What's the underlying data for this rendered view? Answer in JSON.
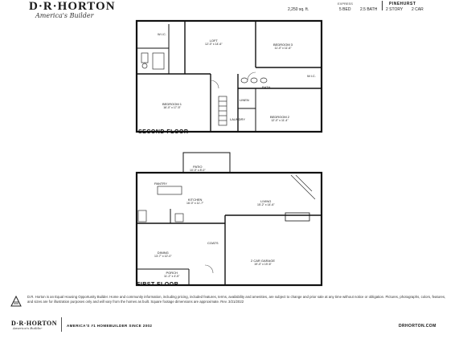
{
  "header": {
    "brand": "D·R·HORTON",
    "tagline": "America's Builder",
    "plan_code": "EXPRESS",
    "plan_name": "PINEHURST",
    "specs": [
      "2,250 sq. ft.",
      "5 BED",
      "2.5 BATH",
      "2 STORY",
      "2 CAR"
    ]
  },
  "second_floor": {
    "label": "SECOND FLOOR",
    "rooms": [
      {
        "name": "W.I.C.",
        "dim": ""
      },
      {
        "name": "LOFT",
        "dim": "12'-0\" x 14'-6\""
      },
      {
        "name": "BEDROOM 3",
        "dim": "11'-0\" x 11'-6\""
      },
      {
        "name": "BEDROOM 1",
        "dim": "16'-0\" x 17'-5\""
      },
      {
        "name": "BEDROOM 2",
        "dim": "12'-0\" x 11'-4\""
      },
      {
        "name": "BATH",
        "dim": ""
      },
      {
        "name": "LINEN",
        "dim": ""
      },
      {
        "name": "LAUNDRY",
        "dim": ""
      },
      {
        "name": "W.I.C.",
        "dim": ""
      }
    ]
  },
  "first_floor": {
    "label": "FIRST FLOOR",
    "rooms": [
      {
        "name": "PATIO",
        "dim": "10'-0\" x 8'-0\""
      },
      {
        "name": "KITCHEN",
        "dim": "16'-0\" x 11'-7\""
      },
      {
        "name": "LIVING",
        "dim": "15'-2\" x 14'-6\""
      },
      {
        "name": "DINING",
        "dim": "13'-7\" x 12'-0\""
      },
      {
        "name": "2 CAR GARAGE",
        "dim": "19'-0\" x 19'-6\""
      },
      {
        "name": "PORCH",
        "dim": "11'-2\" x 4'-5\""
      },
      {
        "name": "COATS",
        "dim": ""
      },
      {
        "name": "PANTRY",
        "dim": ""
      }
    ]
  },
  "disclaimer": "D.R. Horton is an Equal Housing Opportunity Builder. Home and community information, including pricing, included features, terms, availability and amenities, are subject to change and prior sale at any time without notice or obligation. Pictures, photographs, colors, features, and sizes are for illustration purposes only and will vary from the homes as built. Square footage dimensions are approximate. Rev. 3/21/2022",
  "footer": {
    "brand": "D·R·HORTON",
    "tagline": "America's Builder",
    "slogan": "AMERICA'S #1 HOMEBUILDER SINCE 2002",
    "url": "DRHORTON.COM"
  }
}
